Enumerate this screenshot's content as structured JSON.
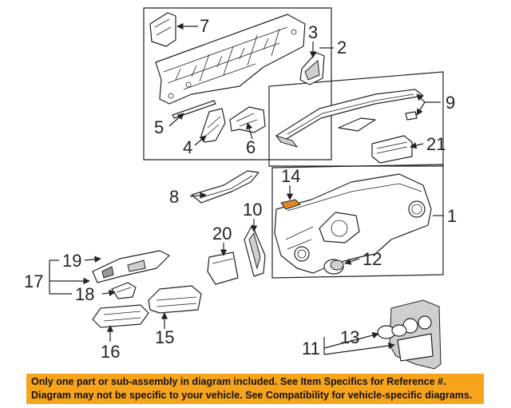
{
  "callouts": {
    "c1": "1",
    "c2": "2",
    "c3": "3",
    "c4": "4",
    "c5": "5",
    "c6": "6",
    "c7": "7",
    "c8": "8",
    "c9": "9",
    "c10": "10",
    "c11": "11",
    "c12": "12",
    "c13": "13",
    "c14": "14",
    "c15": "15",
    "c16": "16",
    "c17": "17",
    "c18": "18",
    "c19": "19",
    "c20": "20",
    "c21": "21"
  },
  "footer": {
    "line1": "Only one part or sub-assembly in diagram included. See Item Specifics for Reference #.",
    "line2": "Diagram may not be specific to your vehicle. See Compatibility for vehicle-specific diagrams."
  },
  "colors": {
    "banner": "#f6a41c",
    "line": "#222222",
    "tab": "#e0892a"
  }
}
